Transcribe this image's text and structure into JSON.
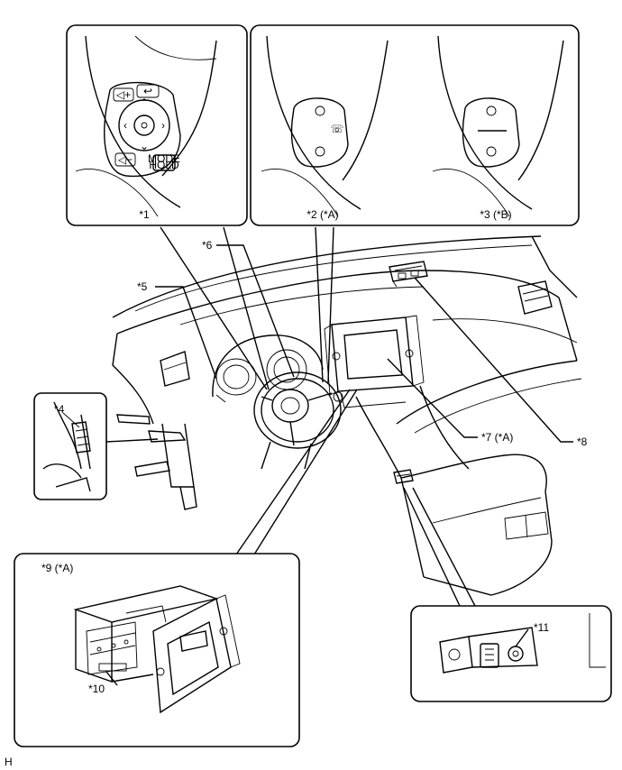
{
  "labels": {
    "c1": "*1",
    "c2": "*2 (*A)",
    "c3": "*3 (*B)",
    "c4": "*4",
    "c5": "*5",
    "c6": "*6",
    "c7": "*7 (*A)",
    "c8": "*8",
    "c9": "*9 (*A)",
    "c10": "*10",
    "c11": "*11"
  },
  "corner_code": "H",
  "switch_text": {
    "mode": "MODE",
    "hold": "HOLD"
  }
}
